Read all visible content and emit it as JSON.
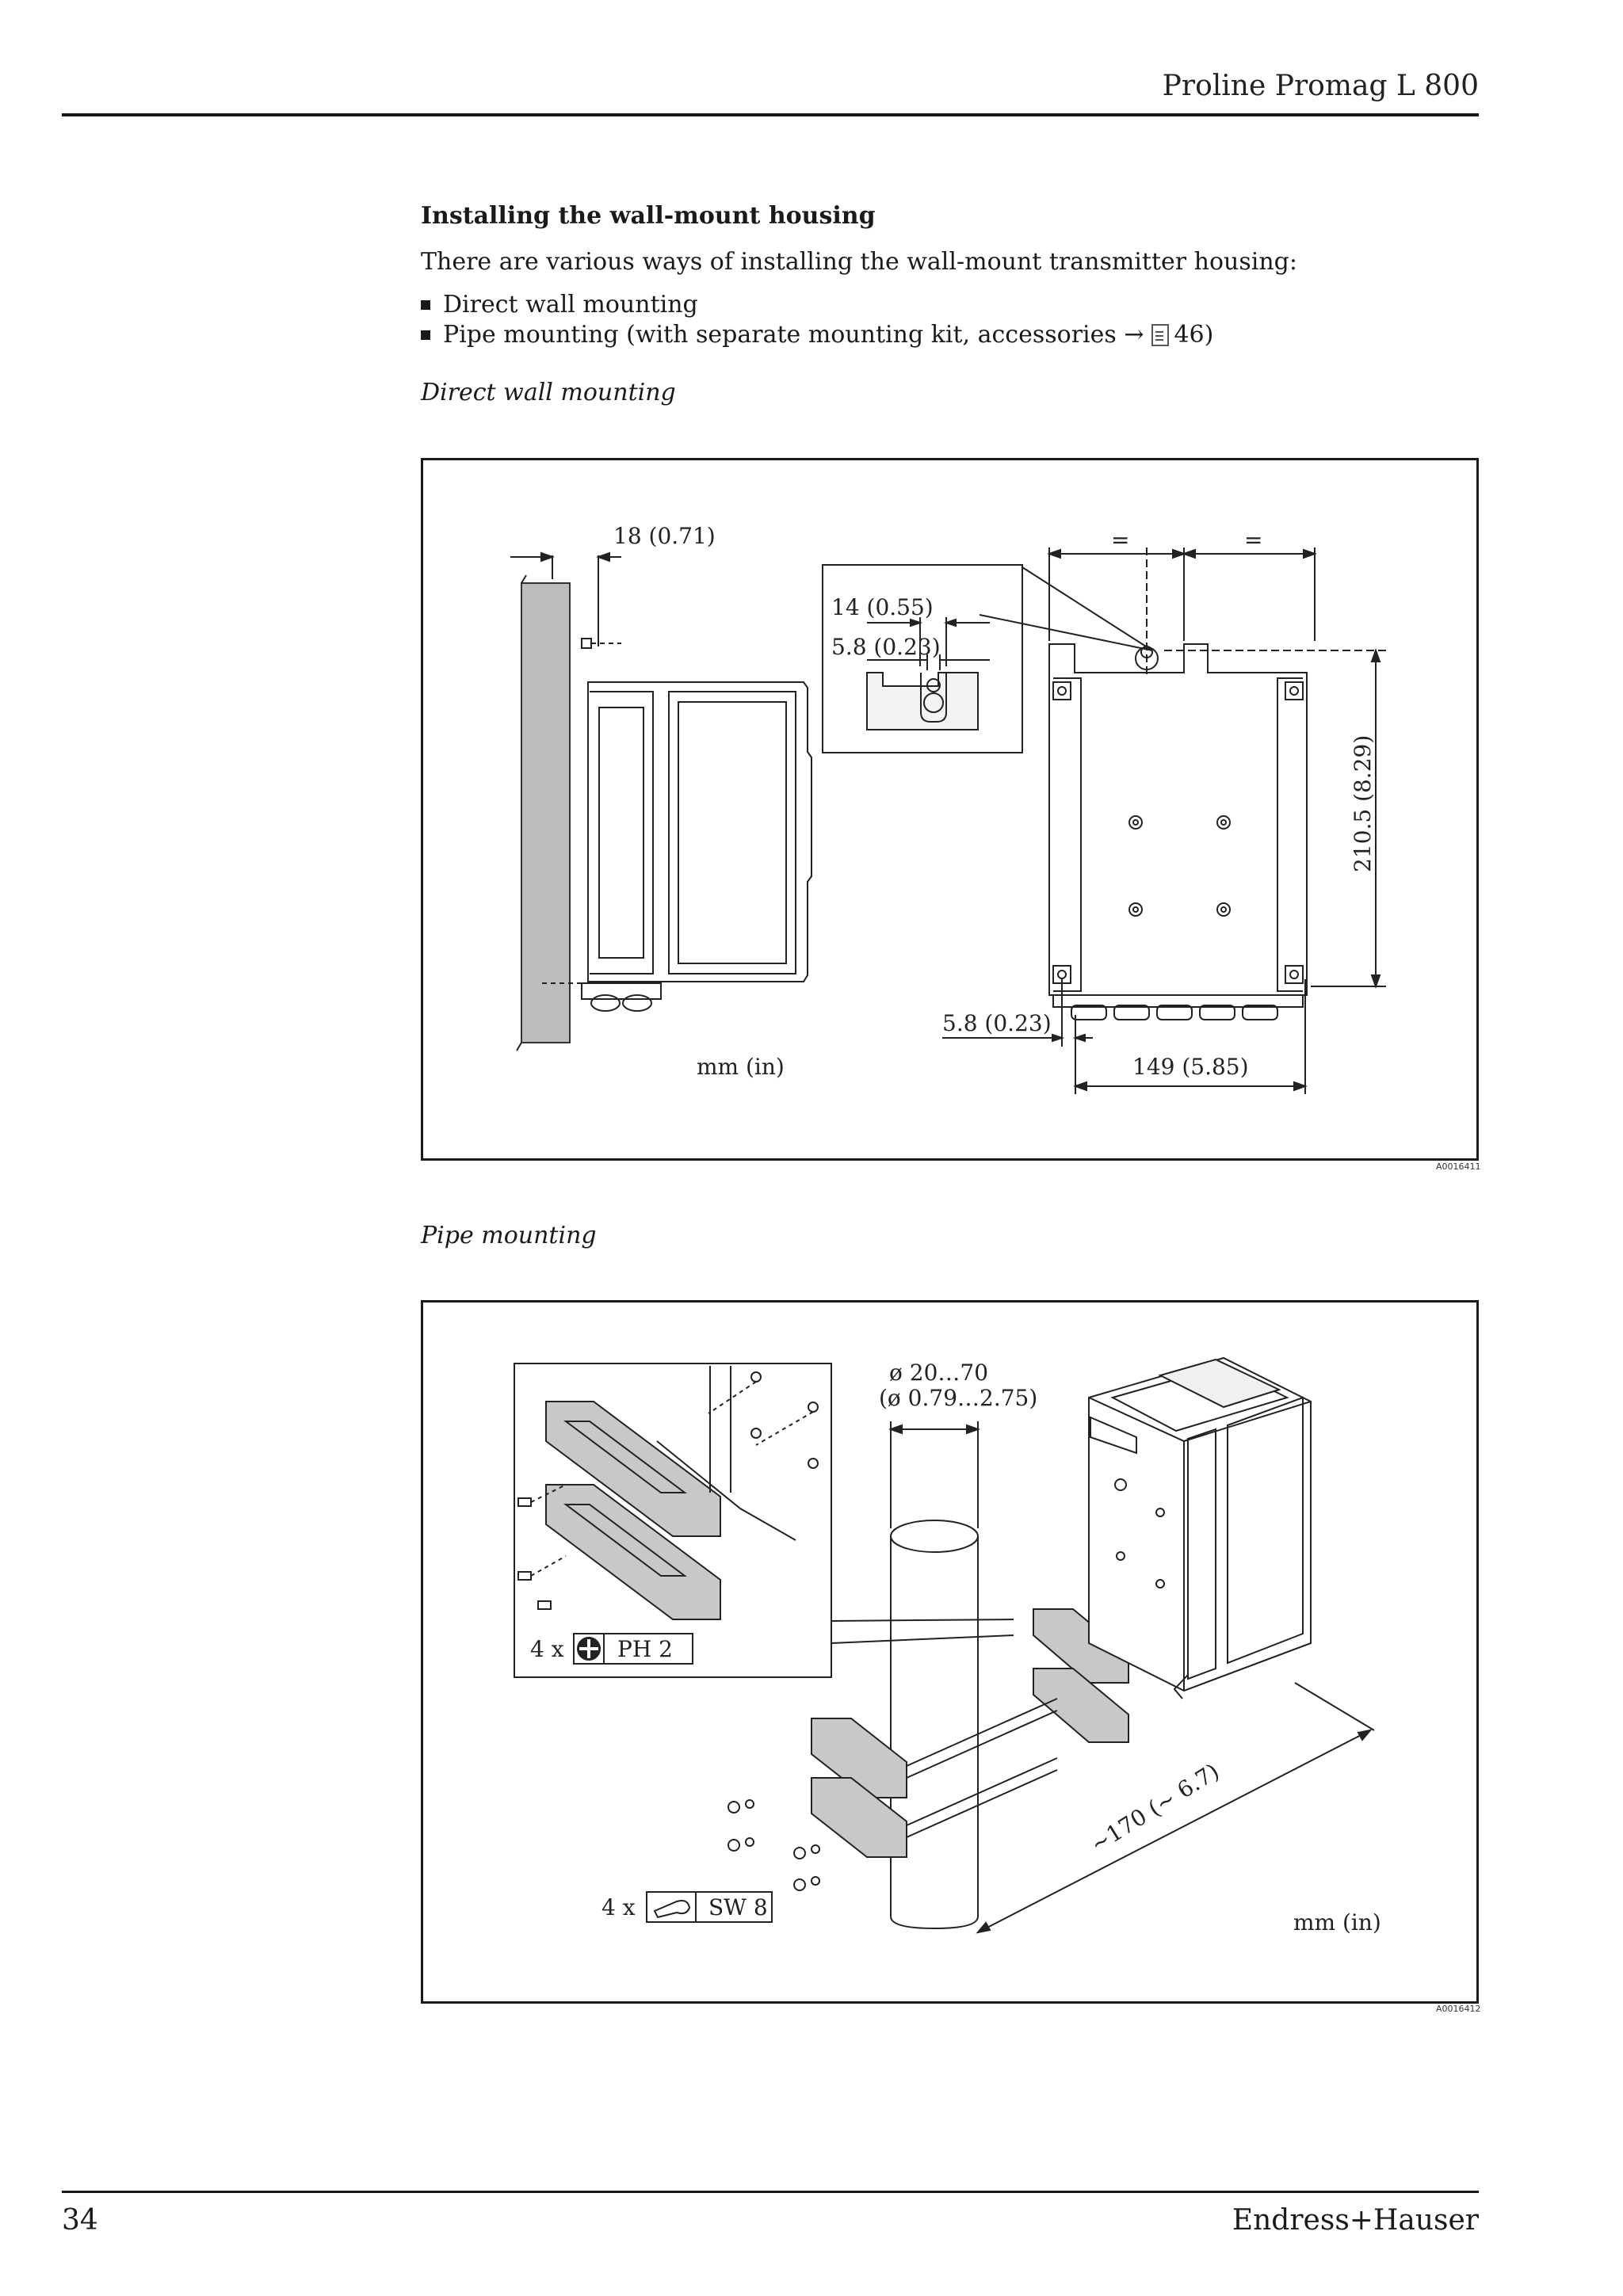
{
  "header": {
    "title": "Proline Promag L 800"
  },
  "section": {
    "heading": "Installing the wall-mount housing",
    "intro": "There are various ways of installing the wall-mount transmitter housing:",
    "bullets": [
      {
        "text": "Direct wall mounting"
      },
      {
        "text": "Pipe mounting (with separate mounting kit, accessories →",
        "page_ref": "46)"
      }
    ]
  },
  "figure1": {
    "caption": "Direct wall mounting",
    "id": "A0016411",
    "labels": {
      "wall_gap": "18 (0.71)",
      "slot_width": "14 (0.55)",
      "slot_hole": "5.8 (0.23)",
      "equal_left": "=",
      "equal_right": "=",
      "height": "210.5 (8.29)",
      "bottom_offset": "5.8 (0.23)",
      "width": "149 (5.85)",
      "units": "mm (in)"
    }
  },
  "figure2": {
    "caption": "Pipe mounting",
    "id": "A0016412",
    "labels": {
      "pipe_diameter": "ø 20…70",
      "pipe_diameter_in": "(ø 0.79…2.75)",
      "screw_count": "4 x",
      "screw_tool": "PH 2",
      "nut_count": "4 x",
      "nut_tool": "SW 8",
      "distance": "~170 (~ 6.7)",
      "units": "mm (in)"
    }
  },
  "footer": {
    "page_number": "34",
    "brand": "Endress+Hauser"
  }
}
